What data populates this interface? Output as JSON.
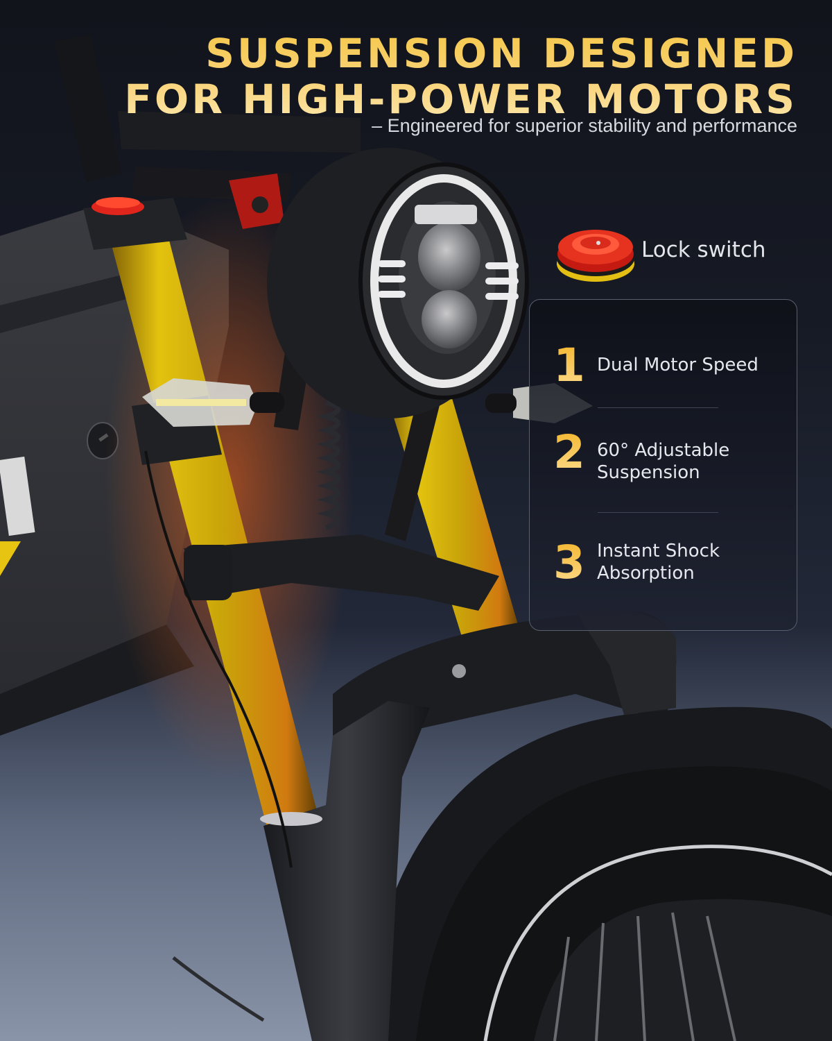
{
  "headline": {
    "line1": "SUSPENSION DESIGNED",
    "line2": "FOR HIGH-POWER MOTORS",
    "subtitle": "– Engineered for superior stability and performance"
  },
  "lock_switch": {
    "label": "Lock switch",
    "icon": "lock-switch-knob-icon"
  },
  "features": [
    {
      "number": "1",
      "line1": "Dual Motor Speed",
      "line2": ""
    },
    {
      "number": "2",
      "line1": "60° Adjustable",
      "line2": "Suspension"
    },
    {
      "number": "3",
      "line1": "Instant Shock",
      "line2": "Absorption"
    }
  ],
  "colors": {
    "background_top": "#12141c",
    "background_bottom": "#8a94a8",
    "headline_gold": "#f5c84a",
    "fork_gold": "#d4b00e",
    "accent_red": "#d8231a",
    "text_light": "#e6e8ee",
    "card_border": "#5a5f6e"
  }
}
